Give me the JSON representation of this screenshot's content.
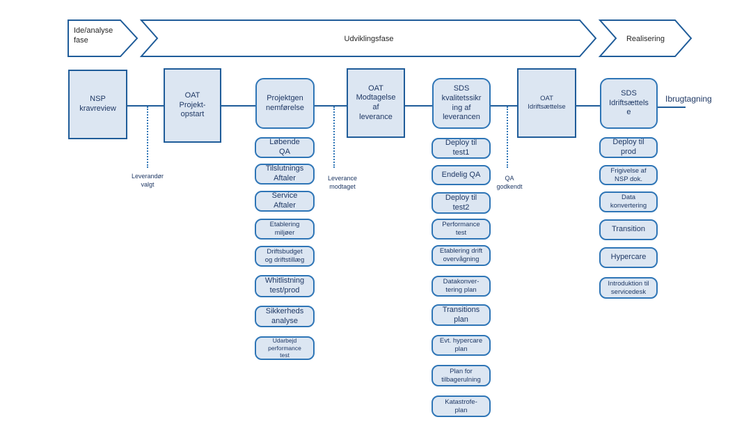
{
  "colors": {
    "box_fill": "#DCE6F2",
    "rect_border": "#1F5C99",
    "round_border": "#2E75B6",
    "box_text": "#1F3864",
    "arrow_fill": "#FFFFFF",
    "phase_text": "#262626"
  },
  "phases": [
    {
      "label": "Ide/analyse\nfase"
    },
    {
      "label": "Udviklingsfase"
    },
    {
      "label": "Realisering"
    }
  ],
  "flow": {
    "boxes": [
      {
        "label": "NSP\nkravreview"
      },
      {
        "label": "OAT\nProjekt-\nopstart"
      },
      {
        "label": "Projektgen\nnemførelse"
      },
      {
        "label": "OAT\nModtagelse\naf\nleverance"
      },
      {
        "label": "SDS\nkvalitetssikr\ning af\nleverancen"
      },
      {
        "label": "OAT\nIdriftsættelse"
      },
      {
        "label": "SDS\nIdriftsættels\ne"
      }
    ],
    "end_label": "Ibrugtagning"
  },
  "milestones": [
    {
      "label": "Leverandør\nvalgt"
    },
    {
      "label": "Leverance\nmodtaget"
    },
    {
      "label": "QA\ngodkendt"
    }
  ],
  "columns": {
    "projekt": {
      "items": [
        {
          "label": "Løbende\nQA"
        },
        {
          "label": "Tilslutnings\nAftaler"
        },
        {
          "label": "Service\nAftaler"
        },
        {
          "label": "Etablering\nmiljøer"
        },
        {
          "label": "Driftsbudget\nog driftstillæg"
        },
        {
          "label": "Whitlistning\ntest/prod"
        },
        {
          "label": "Sikkerheds\nanalyse"
        },
        {
          "label": "Udarbejd\nperformance\ntest"
        }
      ]
    },
    "kvalitet": {
      "items": [
        {
          "label": "Deploy til\ntest1"
        },
        {
          "label": "Endelig QA"
        },
        {
          "label": "Deploy til\ntest2"
        },
        {
          "label": "Performance\ntest"
        },
        {
          "label": "Etablering drift\novervågning"
        },
        {
          "label": "Datakonver-\ntering plan"
        },
        {
          "label": "Transitions\nplan"
        },
        {
          "label": "Evt. hypercare\nplan"
        },
        {
          "label": "Plan for\ntilbagerulning"
        },
        {
          "label": "Katastrofe-\nplan"
        }
      ]
    },
    "idrift": {
      "items": [
        {
          "label": "Deploy til\nprod"
        },
        {
          "label": "Frigivelse af\nNSP dok."
        },
        {
          "label": "Data\nkonvertering"
        },
        {
          "label": "Transition"
        },
        {
          "label": "Hypercare"
        },
        {
          "label": "Introduktion til\nservicedesk"
        }
      ]
    }
  }
}
